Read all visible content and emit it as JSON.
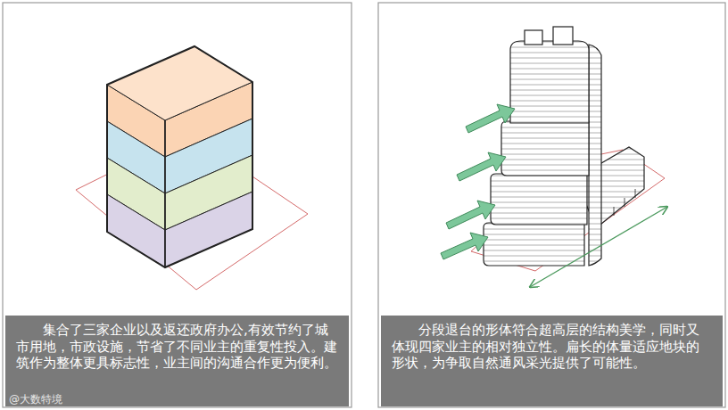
{
  "diagram": {
    "nodes": [
      {
        "text": [
          "集合了三家企业以及返还政府办公,有效节约了城市用地，市政设施，节省了不同业主的重复性投入。建筑作为整体更具标志性，业主间的沟通合作更为便利。"
        ]
      },
      {
        "text": [
          "分段退台的形体符合超高层的结构美学，同时又体现四家业主的相对独立性。扁长的体量适应地块的形状，为争取自然通风采光提供了可能性。"
        ]
      }
    ],
    "labels": [
      "@大数特境"
    ]
  }
}
